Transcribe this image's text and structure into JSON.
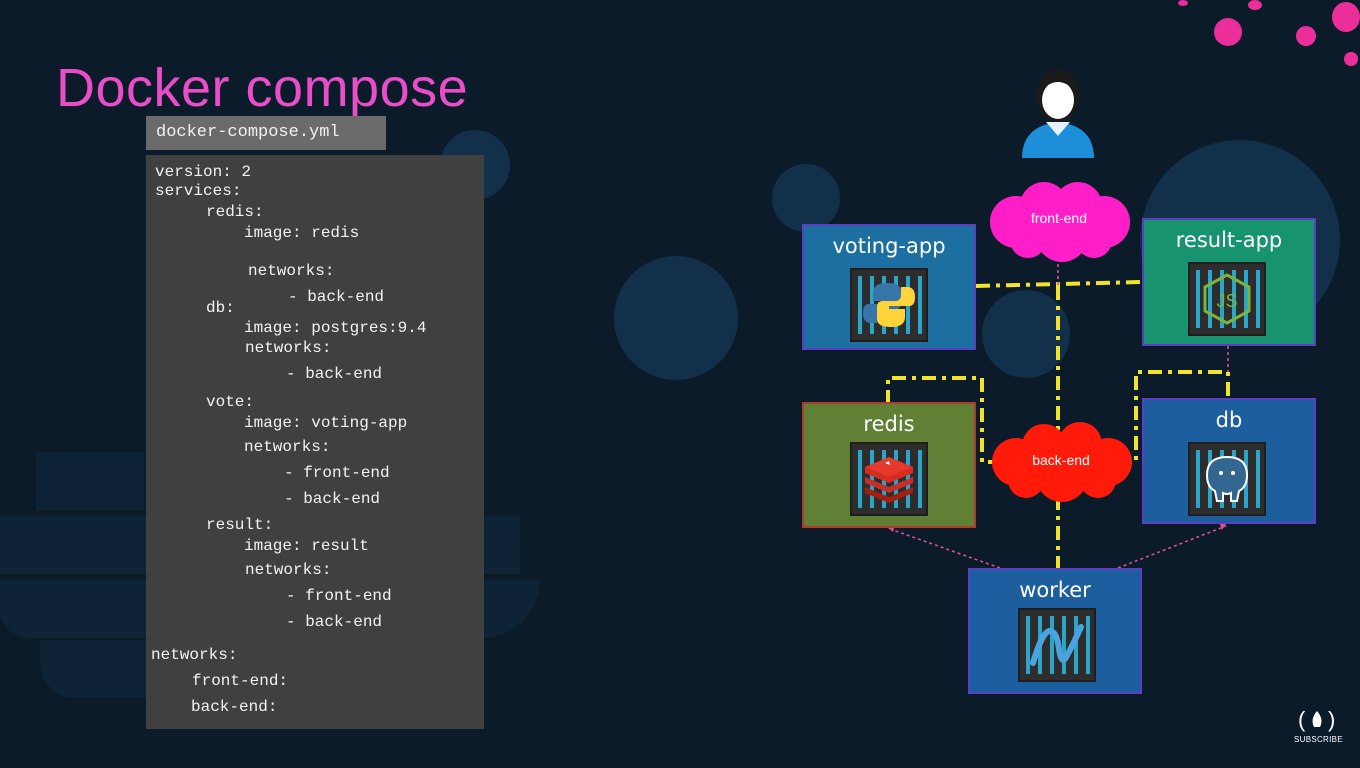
{
  "slide": {
    "title": "Docker compose",
    "file_name": "docker-compose.yml",
    "code_lines": [
      "version: 2",
      "services:",
      "redis:",
      "image: redis",
      "networks:",
      "- back-end",
      "db:",
      "image: postgres:9.4",
      "networks:",
      "- back-end",
      "vote:",
      "image: voting-app",
      "networks:",
      "- front-end",
      "- back-end",
      "result:",
      "image: result",
      "networks:",
      "- front-end",
      "- back-end",
      "networks:",
      "front-end:",
      "back-end:"
    ]
  },
  "diagram": {
    "nodes": {
      "voting_app": "voting-app",
      "result_app": "result-app",
      "redis": "redis",
      "db": "db",
      "worker": "worker"
    },
    "networks": {
      "front_end": "front-end",
      "back_end": "back-end"
    },
    "icons": {
      "user": "user-icon",
      "python": "python-icon",
      "nodejs": "nodejs-icon",
      "redis": "redis-icon",
      "postgres": "postgres-icon",
      "dotnet": "dotnet-icon"
    }
  },
  "branding": {
    "subscribe_label": "SUBSCRIBE"
  },
  "colors": {
    "background": "#0b1b2a",
    "title": "#e94dc8",
    "code_panel": "#404040",
    "file_tab": "#6b6b6b",
    "voting_app": "#1c6fa0",
    "result_app": "#17936f",
    "redis": "#5f8035",
    "db": "#1d5f9e",
    "worker": "#1d5f9e",
    "front_end_cloud": "#ff1ec8",
    "back_end_cloud": "#ff1a0a",
    "network_line": "#f2e32b",
    "accent_dots": "#ea2e9a"
  }
}
